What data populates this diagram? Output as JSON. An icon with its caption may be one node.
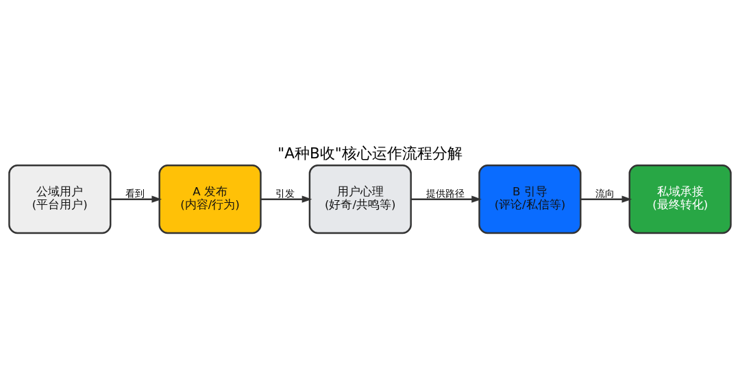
{
  "diagram": {
    "title": "\"A种B收\"核心运作流程分解",
    "nodes": [
      {
        "text": [
          "公域用户",
          "(平台用户)"
        ]
      },
      {
        "text": [
          "A 发布",
          "(内容/行为)"
        ]
      },
      {
        "text": [
          "用户心理",
          "(好奇/共鸣等)"
        ]
      },
      {
        "text": [
          "B 引导",
          "(评论/私信等)"
        ]
      },
      {
        "text": [
          "私域承接",
          "(最终转化)"
        ]
      }
    ],
    "edges": [
      {
        "from": 0,
        "to": 1,
        "arrow": "to",
        "label": "看到"
      },
      {
        "from": 1,
        "to": 2,
        "arrow": "to",
        "label": "引发"
      },
      {
        "from": 2,
        "to": 3,
        "arrow": "to",
        "label": "提供路径"
      },
      {
        "from": 3,
        "to": 4,
        "arrow": "to",
        "label": "流向"
      }
    ]
  }
}
